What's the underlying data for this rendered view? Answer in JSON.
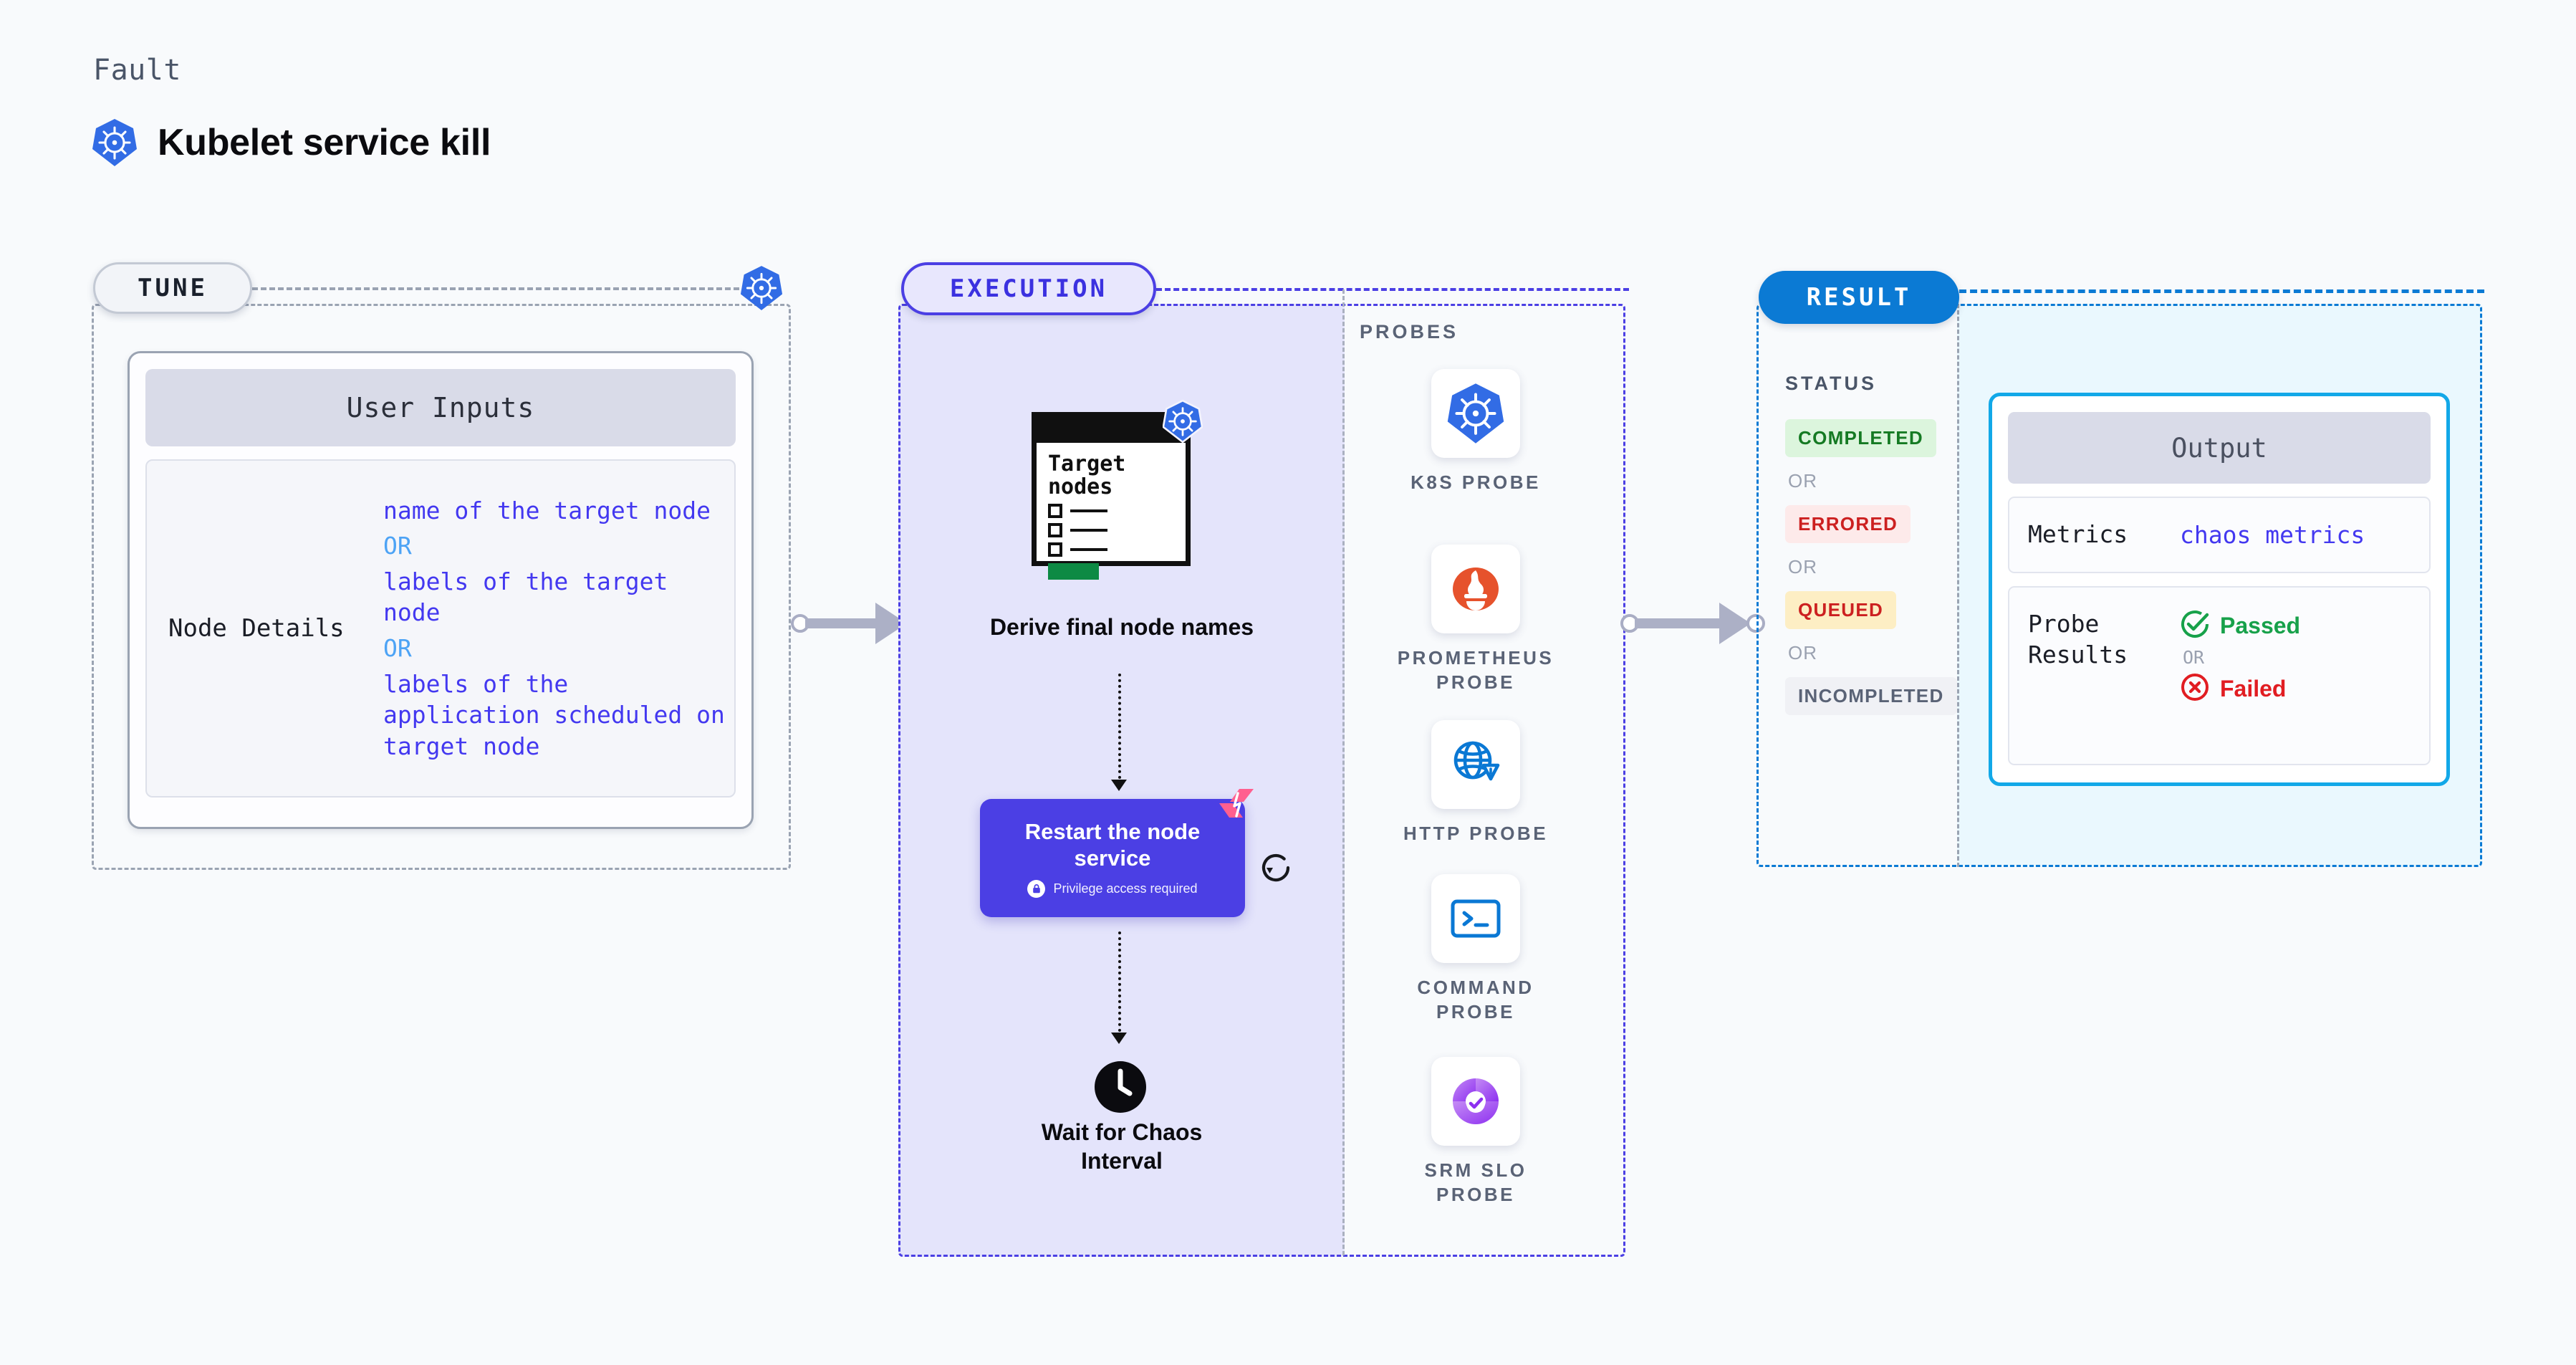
{
  "header": {
    "kicker": "Fault",
    "title": "Kubelet service kill",
    "logo_icon": "kubernetes-icon"
  },
  "tune": {
    "label": "TUNE",
    "badge_icon": "kubernetes-icon",
    "card": {
      "title": "User Inputs",
      "rows": [
        {
          "key": "Node Details",
          "values": [
            "name of the target node",
            "OR",
            "labels of the target node",
            "OR",
            "labels of the application scheduled on target node"
          ]
        }
      ],
      "value_1": "name of the target node",
      "or_1": "OR",
      "value_2": "labels of the target node",
      "or_2": "OR",
      "value_3": "labels of the application scheduled on target node"
    }
  },
  "execution": {
    "label": "EXECUTION",
    "nodes": {
      "clipboard_title_line1": "Target",
      "clipboard_title_line2": "nodes",
      "derive_caption": "Derive final node names",
      "action_title": "Restart the node service",
      "action_subtitle": "Privilege access required",
      "wait_caption": "Wait for Chaos Interval"
    },
    "probes_title": "PROBES",
    "probes": [
      {
        "label": "K8S PROBE",
        "icon": "kubernetes-icon"
      },
      {
        "label": "PROMETHEUS PROBE",
        "icon": "prometheus-icon"
      },
      {
        "label": "HTTP PROBE",
        "icon": "globe-warning-icon"
      },
      {
        "label": "COMMAND PROBE",
        "icon": "terminal-icon"
      },
      {
        "label": "SRM SLO PROBE",
        "icon": "srm-slo-icon"
      }
    ]
  },
  "result": {
    "label": "RESULT",
    "status_title": "STATUS",
    "statuses": [
      {
        "text": "COMPLETED",
        "color": "#157a23",
        "bg": "#dcf5dd"
      },
      {
        "text": "ERRORED",
        "color": "#cc2020",
        "bg": "#fdeaea"
      },
      {
        "text": "QUEUED",
        "color": "#cc2020",
        "bg": "#fdeec4"
      },
      {
        "text": "INCOMPLETED",
        "color": "#5a6376",
        "bg": "#f0f1f5"
      }
    ],
    "or_label": "OR",
    "output": {
      "title": "Output",
      "metrics_key": "Metrics",
      "metrics_value": "chaos metrics",
      "probe_key_line1": "Probe",
      "probe_key_line2": "Results",
      "passed": "Passed",
      "failed": "Failed",
      "or_label": "OR"
    }
  },
  "colors": {
    "tune_border": "#9aa3b2",
    "execution_border": "#4b3fe4",
    "execution_fill": "#e4e4fb",
    "result_border": "#0b7ad4",
    "result_fill": "#eaf8fe",
    "accent_purple": "#4338f0",
    "harness_pink": "#ff5f8f",
    "passed_green": "#17a14a",
    "failed_red": "#e11d22"
  }
}
